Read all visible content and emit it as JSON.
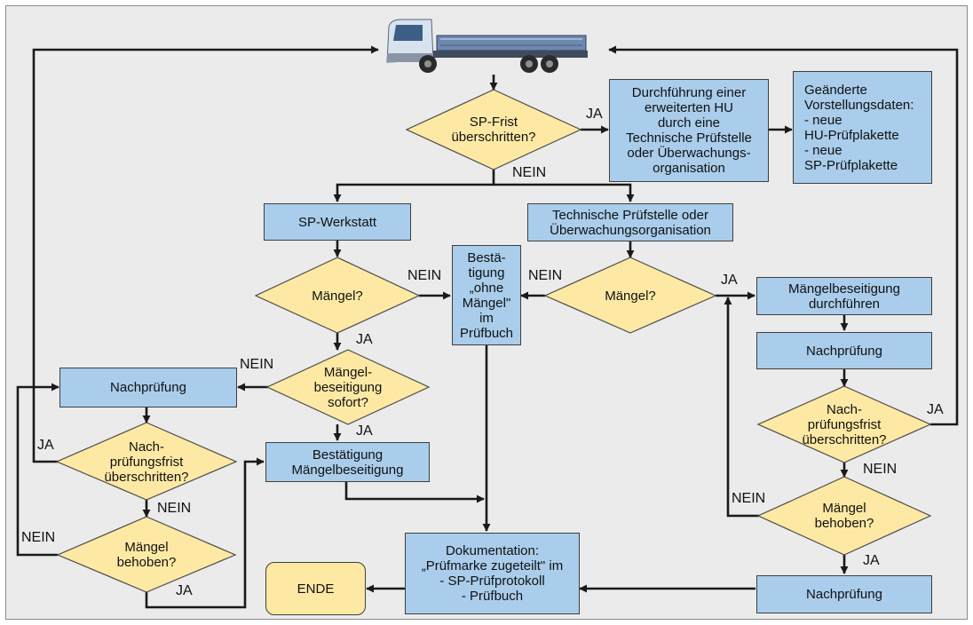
{
  "colors": {
    "box_fill": "#a9cdeb",
    "diamond_fill": "#fde9a4",
    "line": "#1a1a1a",
    "background": "#ebebeb"
  },
  "icons": {
    "truck": "truck-icon"
  },
  "nodes": {
    "sp_frist": "SP-Frist\nüberschritten?",
    "erweiterte_hu": "Durchführung einer\nerweiterten HU\ndurch eine\nTechnische Prüfstelle\noder Überwachungs-\norganisation",
    "geaenderte_daten": "Geänderte\nVorstellungsdaten:\n- neue\n  HU-Prüfplakette\n- neue\n  SP-Prüfplakette",
    "sp_werkstatt": "SP-Werkstatt",
    "tp_ueo": "Technische Prüfstelle oder\nÜberwachungsorganisation",
    "maengel_left": "Mängel?",
    "bestaetigung_ohne": "Bestä-\ntigung\n„ohne\nMängel\"\nim\nPrüfbuch",
    "maengel_right": "Mängel?",
    "maengelbeseitigung_durchfuehren": "Mängelbeseitigung\ndurchführen",
    "nachpruefung_right1": "Nachprüfung",
    "nachpruefungsfrist_right": "Nach-\nprüfungsfrist\nüberschritten?",
    "maengel_behoben_right": "Mängel\nbehoben?",
    "nachpruefung_right2": "Nachprüfung",
    "maengelbeseitigung_sofort": "Mängel-\nbeseitigung\nsofort?",
    "nachpruefung_left": "Nachprüfung",
    "nachpruefungsfrist_left": "Nach-\nprüfungsfrist\nüberschritten?",
    "bestaetigung_beseitigung": "Bestätigung\nMängelbeseitigung",
    "maengel_behoben_left": "Mängel\nbehoben?",
    "dokumentation": "Dokumentation:\n„Prüfmarke zugeteilt\" im\n- SP-Prüfprotokoll\n- Prüfbuch",
    "ende": "ENDE"
  },
  "labels": {
    "ja": "JA",
    "nein": "NEIN"
  }
}
